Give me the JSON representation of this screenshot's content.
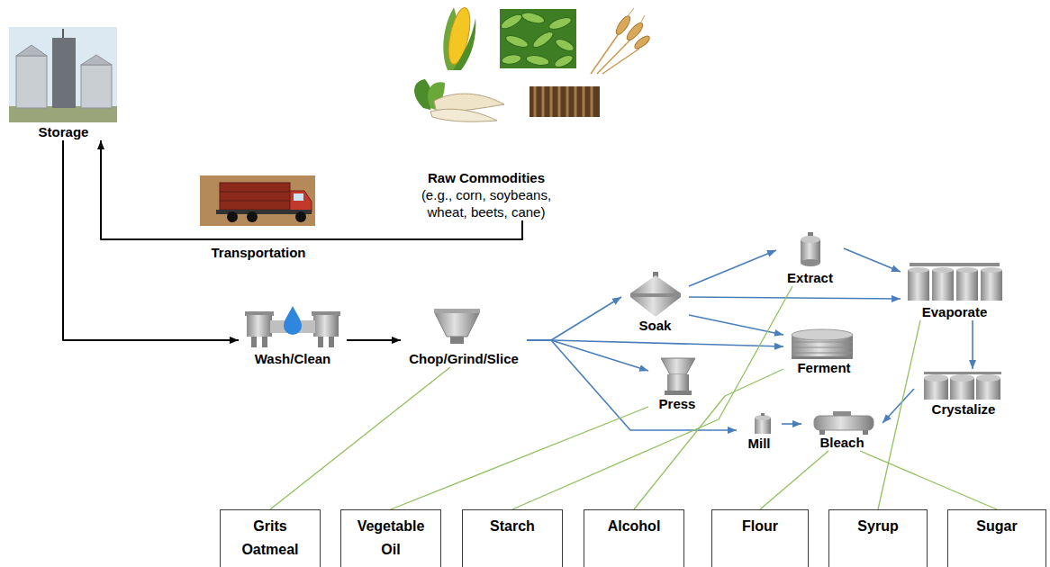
{
  "diagram": {
    "nodes": [
      {
        "text": [
          "Raw Commodities",
          "(e.g., corn, soybeans, wheat, beets, cane)"
        ]
      },
      {
        "text": [
          "Storage"
        ]
      },
      {
        "text": [
          "Wash/Clean"
        ]
      },
      {
        "text": [
          "Chop/Grind/Slice"
        ]
      },
      {
        "text": [
          "Soak"
        ]
      },
      {
        "text": [
          "Extract"
        ]
      },
      {
        "text": [
          "Evaporate"
        ]
      },
      {
        "text": [
          "Ferment"
        ]
      },
      {
        "text": [
          "Press"
        ]
      },
      {
        "text": [
          "Crystalize"
        ]
      },
      {
        "text": [
          "Mill"
        ]
      },
      {
        "text": [
          "Bleach"
        ]
      },
      {
        "text": [
          "Grits Oatmeal"
        ]
      },
      {
        "text": [
          "Vegetable Oil"
        ]
      },
      {
        "text": [
          "Starch"
        ]
      },
      {
        "text": [
          "Alcohol"
        ]
      },
      {
        "text": [
          "Flour"
        ]
      },
      {
        "text": [
          "Syrup"
        ]
      },
      {
        "text": [
          "Sugar"
        ]
      }
    ],
    "edges": [
      {
        "from": 0,
        "to": 1,
        "arrow": "to",
        "label": "Transportation"
      },
      {
        "from": 1,
        "to": 2,
        "arrow": "to"
      },
      {
        "from": 2,
        "to": 3,
        "arrow": "to"
      },
      {
        "from": 3,
        "to": 4,
        "arrow": "to"
      },
      {
        "from": 3,
        "to": 7,
        "arrow": "to"
      },
      {
        "from": 3,
        "to": 8,
        "arrow": "to"
      },
      {
        "from": 3,
        "to": 10,
        "arrow": "to"
      },
      {
        "from": 4,
        "to": 5,
        "arrow": "to"
      },
      {
        "from": 4,
        "to": 6,
        "arrow": "to"
      },
      {
        "from": 4,
        "to": 7,
        "arrow": "to"
      },
      {
        "from": 5,
        "to": 6,
        "arrow": "to"
      },
      {
        "from": 6,
        "to": 9,
        "arrow": "to"
      },
      {
        "from": 9,
        "to": 11,
        "arrow": "to"
      },
      {
        "from": 10,
        "to": 11,
        "arrow": "to"
      },
      {
        "from": 3,
        "to": 12,
        "arrow": "none"
      },
      {
        "from": 8,
        "to": 13,
        "arrow": "none"
      },
      {
        "from": 5,
        "to": 14,
        "arrow": "none"
      },
      {
        "from": 7,
        "to": 15,
        "arrow": "none"
      },
      {
        "from": 11,
        "to": 16,
        "arrow": "none"
      },
      {
        "from": 6,
        "to": 17,
        "arrow": "none"
      },
      {
        "from": 11,
        "to": 18,
        "arrow": "none"
      }
    ]
  }
}
